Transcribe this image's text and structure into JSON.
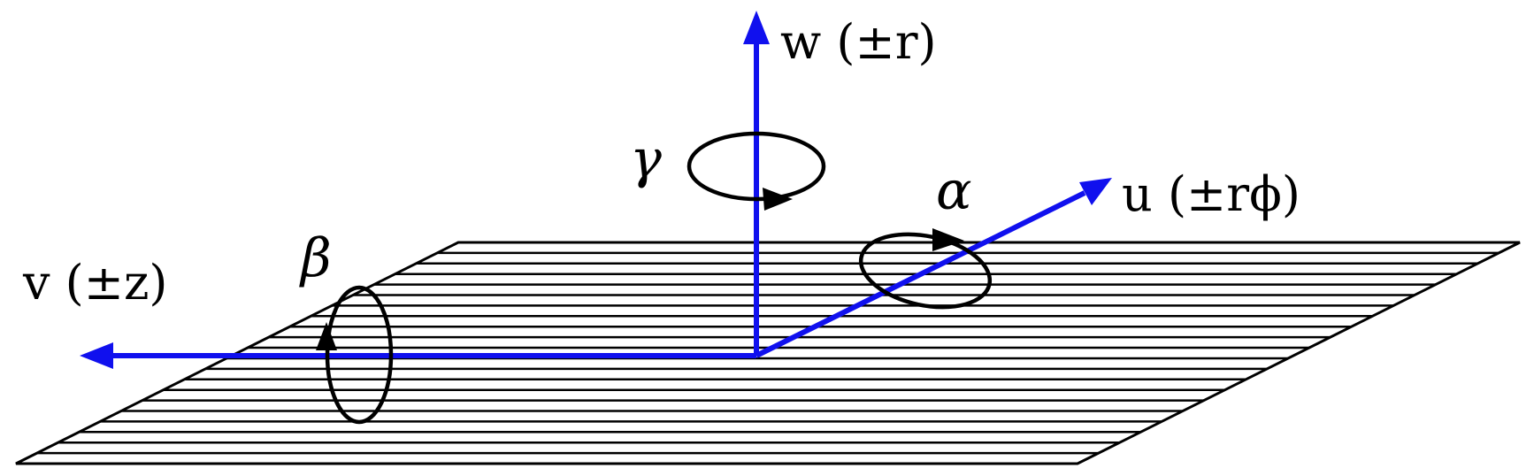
{
  "labels": {
    "w_axis": "w (±r)",
    "u_axis": "u (±rϕ)",
    "v_axis": "v (±z)",
    "gamma": "γ",
    "alpha": "α",
    "beta": "β"
  },
  "colors": {
    "axis": "#1010ee",
    "ink": "#000000",
    "background": "#ffffff"
  },
  "hatch_line_count": 21
}
